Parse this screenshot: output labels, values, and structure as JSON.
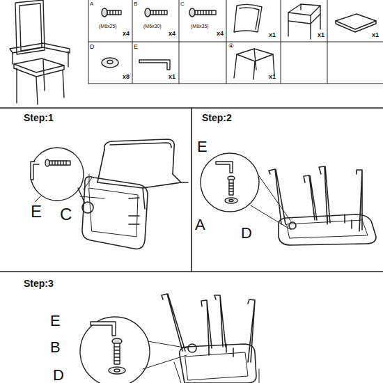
{
  "diagram": {
    "labels": [
      "A",
      "(M6x25)",
      "x4",
      "B",
      "(M6x30)",
      "x4",
      "C",
      "(M6x35)",
      "x4",
      "x1",
      "x1",
      "x1",
      "D",
      "x8",
      "E",
      "x1",
      "④",
      "x1",
      "Step:1",
      "E",
      "C",
      "Step:2",
      "E",
      "A",
      "D",
      "Step:3",
      "E",
      "B",
      "D"
    ]
  }
}
